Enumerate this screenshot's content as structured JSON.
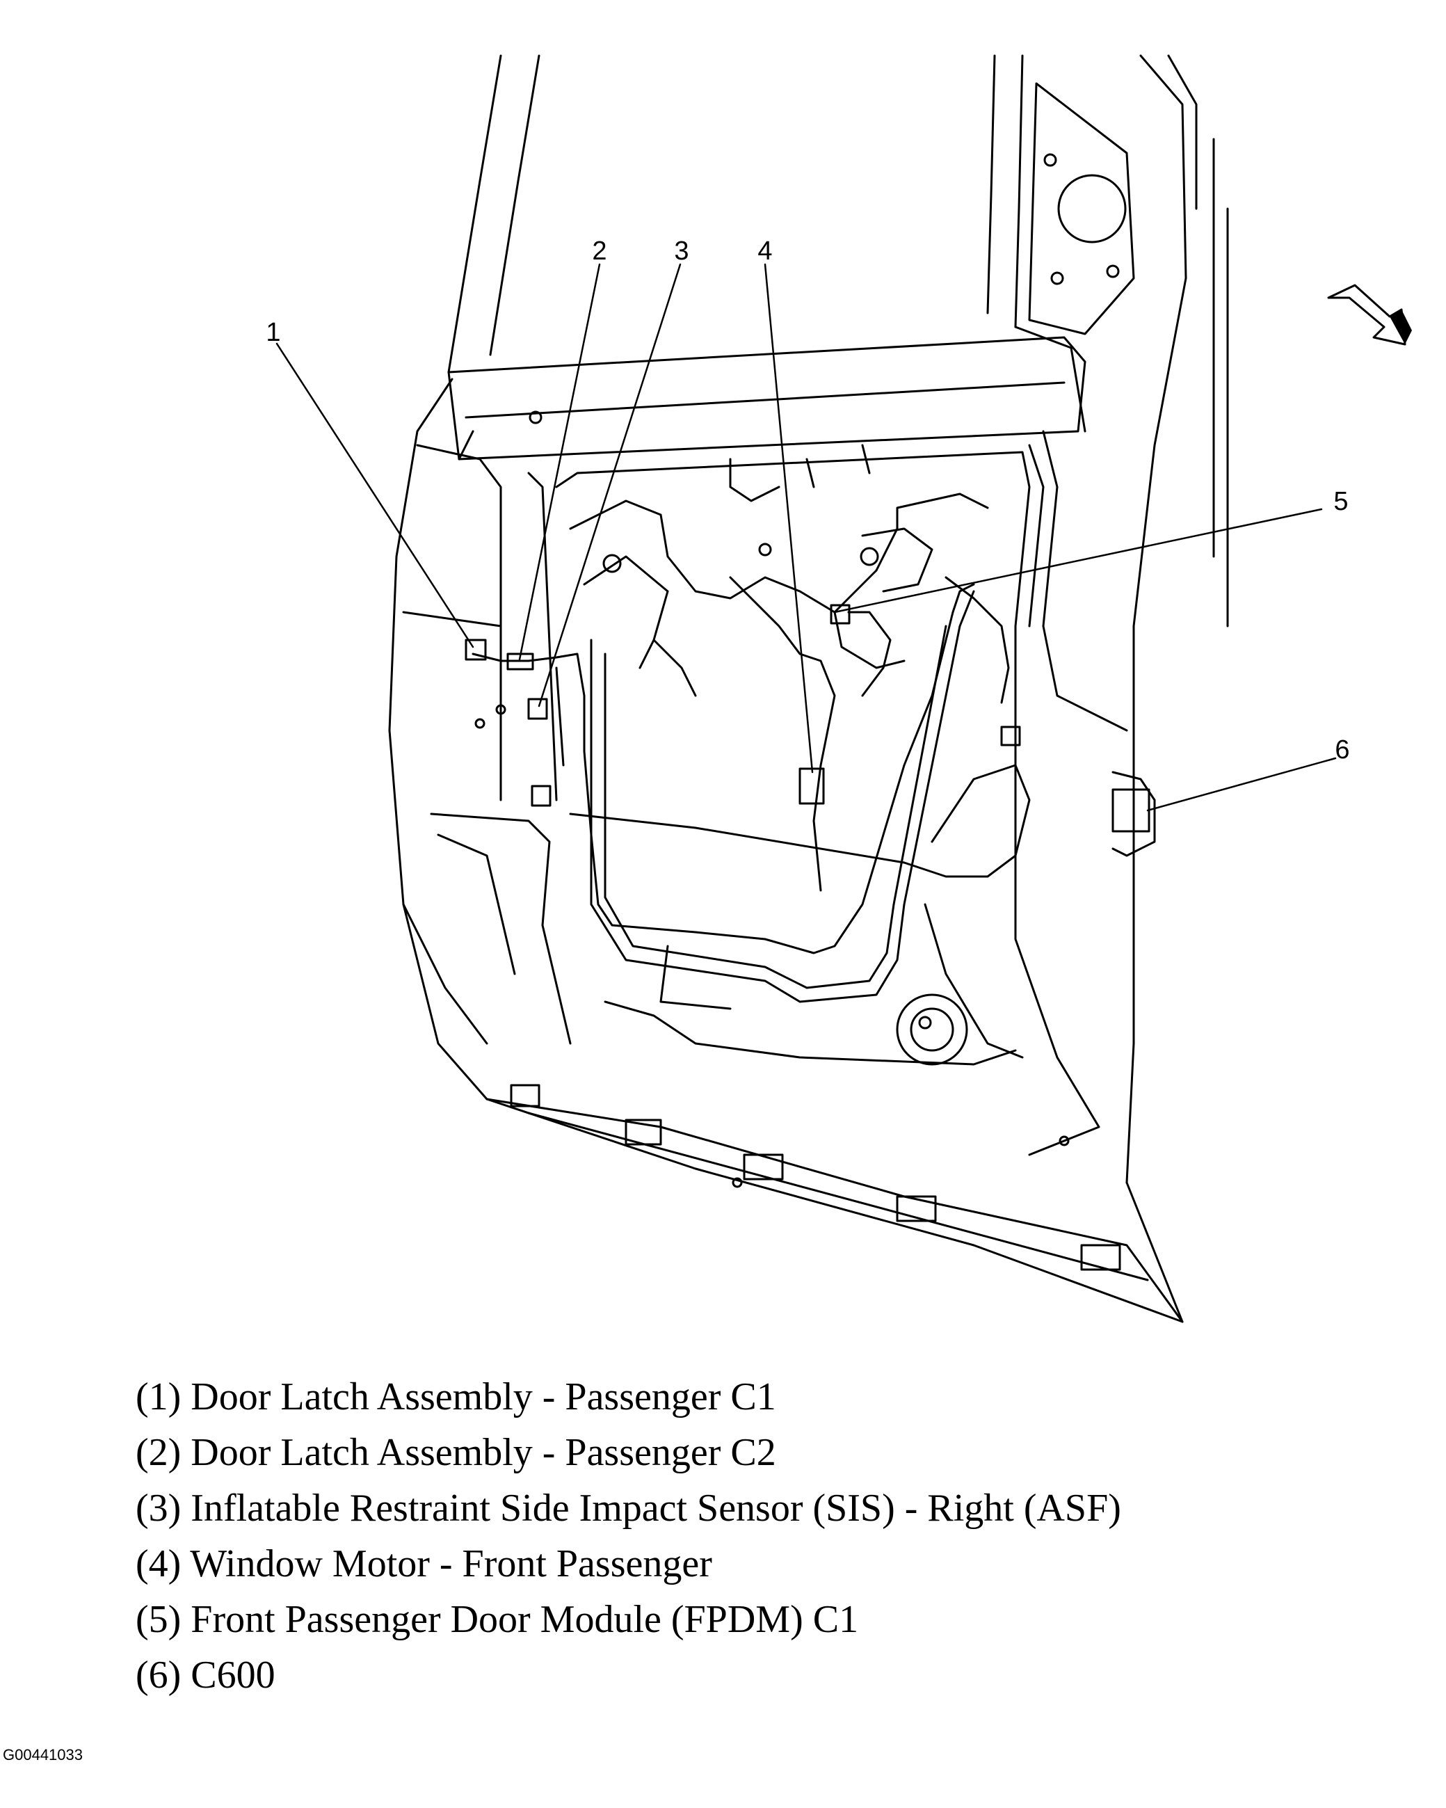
{
  "callouts": [
    {
      "number": "1"
    },
    {
      "number": "2"
    },
    {
      "number": "3"
    },
    {
      "number": "4"
    },
    {
      "number": "5"
    },
    {
      "number": "6"
    }
  ],
  "legend": [
    "(1) Door Latch Assembly - Passenger C1",
    "(2) Door Latch Assembly - Passenger C2",
    "(3) Inflatable Restraint Side Impact Sensor (SIS) - Right (ASF)",
    "(4) Window Motor - Front Passenger",
    "(5) Front Passenger Door Module (FPDM) C1",
    "(6) C600"
  ],
  "figure_id": "G00441033",
  "icons": [
    "orientation-arrow-icon"
  ],
  "colors": {
    "line": "#000000",
    "background": "#ffffff"
  }
}
